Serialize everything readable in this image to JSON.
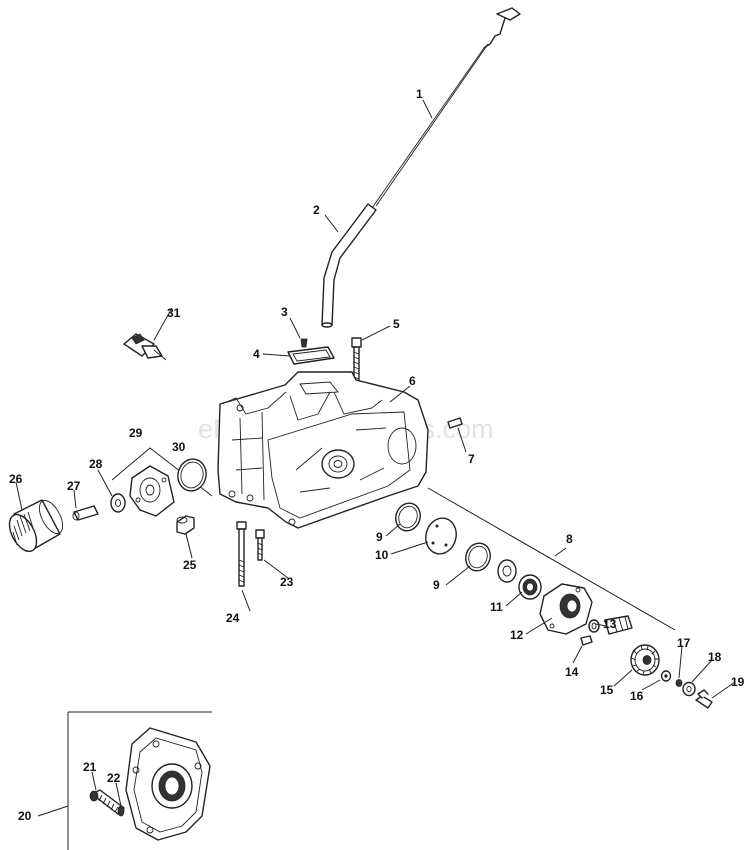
{
  "watermark": "eReplacementParts.com",
  "callouts": {
    "c1": "1",
    "c2": "2",
    "c3": "3",
    "c4": "4",
    "c5": "5",
    "c6": "6",
    "c7": "7",
    "c8": "8",
    "c9a": "9",
    "c9b": "9",
    "c10": "10",
    "c11": "11",
    "c12": "12",
    "c13": "13",
    "c14": "14",
    "c15": "15",
    "c16": "16",
    "c17": "17",
    "c18": "18",
    "c19": "19",
    "c20": "20",
    "c21": "21",
    "c22": "22",
    "c23": "23",
    "c24": "24",
    "c25": "25",
    "c26": "26",
    "c27": "27",
    "c28": "28",
    "c29": "29",
    "c30": "30",
    "c31": "31"
  }
}
